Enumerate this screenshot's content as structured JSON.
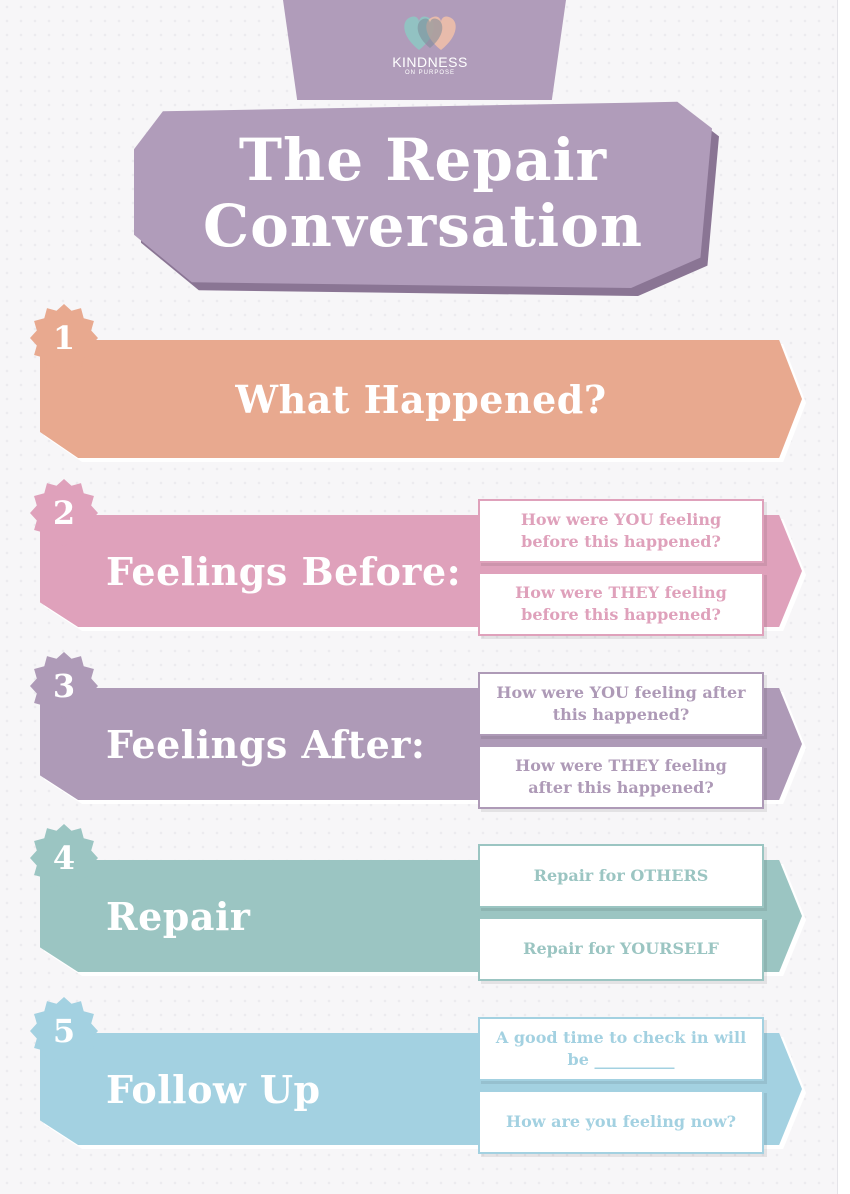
{
  "header": {
    "logo_text": "KINDNESS",
    "logo_subtext": "ON PURPOSE",
    "title_line1": "The Repair",
    "title_line2": "Conversation"
  },
  "colors": {
    "purple": "#b09cba",
    "peach": "#e8a98f",
    "pink": "#dfa1bb",
    "lavender": "#ae9ab7",
    "teal": "#9bc5c2",
    "blue": "#a3d1e1"
  },
  "steps": [
    {
      "number": "1",
      "label": "What Happened?",
      "boxes": []
    },
    {
      "number": "2",
      "label": "Feelings Before:",
      "boxes": [
        "How were YOU feeling before this happened?",
        "How were THEY feeling before this happened?"
      ]
    },
    {
      "number": "3",
      "label": "Feelings After:",
      "boxes": [
        "How were YOU feeling after this happened?",
        "How were THEY feeling after this happened?"
      ]
    },
    {
      "number": "4",
      "label": "Repair",
      "boxes": [
        "Repair for OTHERS",
        "Repair for YOURSELF"
      ]
    },
    {
      "number": "5",
      "label": "Follow Up",
      "boxes": [
        "A good time to check in will be __________",
        "How are you feeling now?"
      ]
    }
  ]
}
